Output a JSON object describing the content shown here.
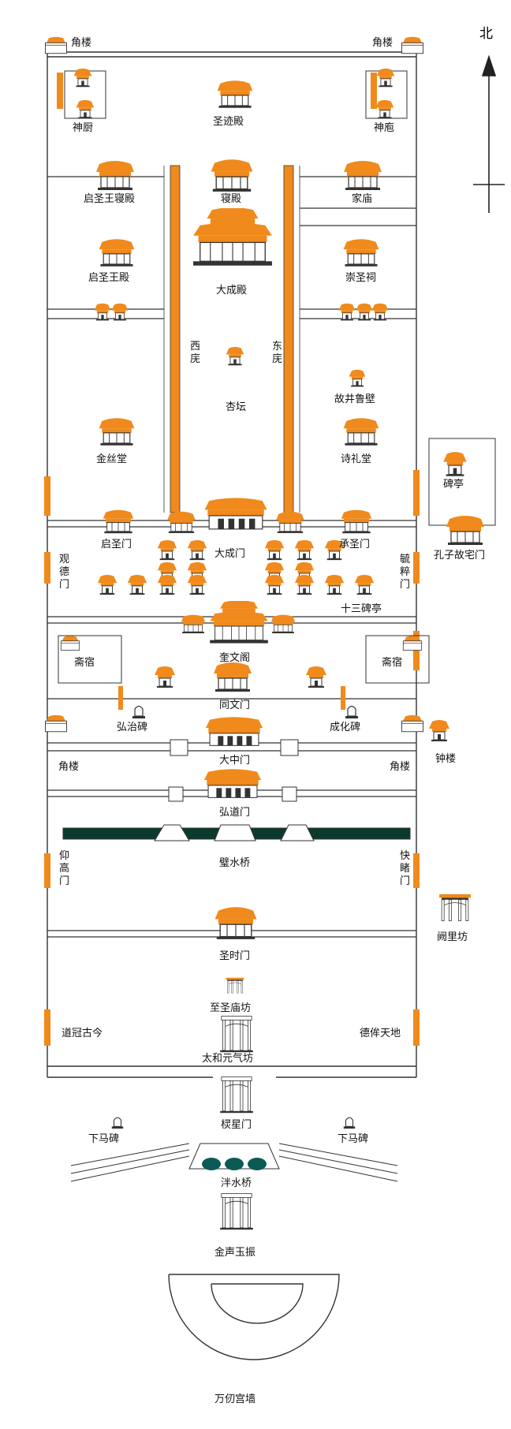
{
  "north": "北",
  "labels": {
    "jiaolou_nw": "角楼",
    "jiaolou_ne": "角楼",
    "shenchu": "神厨",
    "shenpao": "神庖",
    "shengjidian": "圣迹殿",
    "qinshengwang_qindian": "启圣王寝殿",
    "qindian": "寝殿",
    "jiamiao": "家庙",
    "qinshengwang_dian": "启圣王殿",
    "chongshengci": "崇圣祠",
    "dachengdian": "大成殿",
    "xiwu": "西庑",
    "dongwu": "东庑",
    "xingtan": "杏坛",
    "gujing_lubi": "故井鲁壁",
    "jinsitang": "金丝堂",
    "shilitang": "诗礼堂",
    "beiting": "碑亭",
    "kongzi_guzhaimen": "孔子故宅门",
    "guandemen": "观德门",
    "qishengmen": "启圣门",
    "dachengmen": "大成门",
    "chengshengmen": "承圣门",
    "yucuimen": "毓粹门",
    "shisan_beiting": "十三碑亭",
    "zhaisu_w": "斋宿",
    "kuiwenge": "奎文阁",
    "zhaisu_e": "斋宿",
    "tongwenmen": "同文门",
    "hongzhibei": "弘治碑",
    "chenghuabei": "成化碑",
    "jiaolou_sw": "角楼",
    "dazhongmen": "大中门",
    "jiaolou_se": "角楼",
    "zhonglou": "钟楼",
    "hongdaomen": "弘道门",
    "yanggaomen": "仰高门",
    "biishuiqiao": "璧水桥",
    "kuaidumen": "快睹门",
    "queli_fang": "阙里坊",
    "shengshimen": "圣时门",
    "zhishengmiao_fang": "至圣庙坊",
    "daoguan_gujin": "道冠古今",
    "decan_tiandi": "德侔天地",
    "taihe_yuanqi_fang": "太和元气坊",
    "lingxingmen": "棂星门",
    "xiamabei_w": "下马碑",
    "xiamabei_e": "下马碑",
    "panshuiqiao": "泮水桥",
    "jinsheng_yuzhen": "金声玉振",
    "wanren_gongqiang": "万仞宫墙"
  },
  "colors": {
    "building": "#F08A1C",
    "wall": "#333333",
    "moat": "#0B3A2E",
    "arch_pool": "#0B5A55"
  }
}
